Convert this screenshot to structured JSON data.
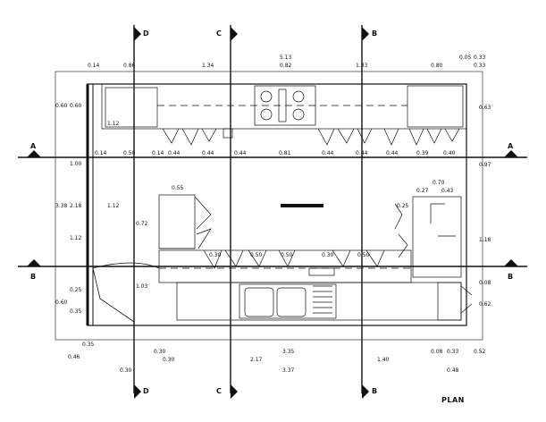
{
  "drawing": {
    "title": "PLAN",
    "section_markers": {
      "top": [
        "D",
        "C",
        "B"
      ],
      "bottom": [
        "D",
        "C",
        "B"
      ],
      "left": [
        "A",
        "B"
      ],
      "right": [
        "A",
        "B"
      ]
    },
    "dimensions": {
      "top_overall": "5.13",
      "top_corner_right": "0.05",
      "top_corner_right2": "0.33",
      "top_row": [
        "0.14",
        "0.86",
        "1.34",
        "0.82",
        "1.33",
        "0.80",
        "0.33"
      ],
      "upper_counter_row": [
        "0.14",
        "0.50",
        "0.14",
        "0.44",
        "0.44",
        "0.44",
        "0.81",
        "0.44",
        "0.44",
        "0.44",
        "0.39",
        "0.40"
      ],
      "lower_counter_row": [
        "0.30",
        "0.50",
        "0.50",
        "0.30",
        "0.50"
      ],
      "bottom_row1": [
        "0.35",
        "0.30",
        "3.35",
        "0.08",
        "0.33"
      ],
      "bottom_row2": [
        "0.46",
        "0.30",
        "2.17",
        "1.40",
        "0.52"
      ],
      "bottom_row3": [
        "0.30",
        "3.37",
        "0.48"
      ],
      "left": [
        "0.60",
        "0.60",
        "1.12",
        "1.00",
        "3.38",
        "2.18",
        "1.12",
        "1.12",
        "0.25",
        "0.60",
        "0.35"
      ],
      "island": [
        "0.55",
        "0.72",
        "1.03"
      ],
      "right": [
        "0.63",
        "0.97",
        "1.18",
        "0.08",
        "0.62",
        "0.27",
        "0.43",
        "0.70",
        "0.25"
      ]
    }
  }
}
